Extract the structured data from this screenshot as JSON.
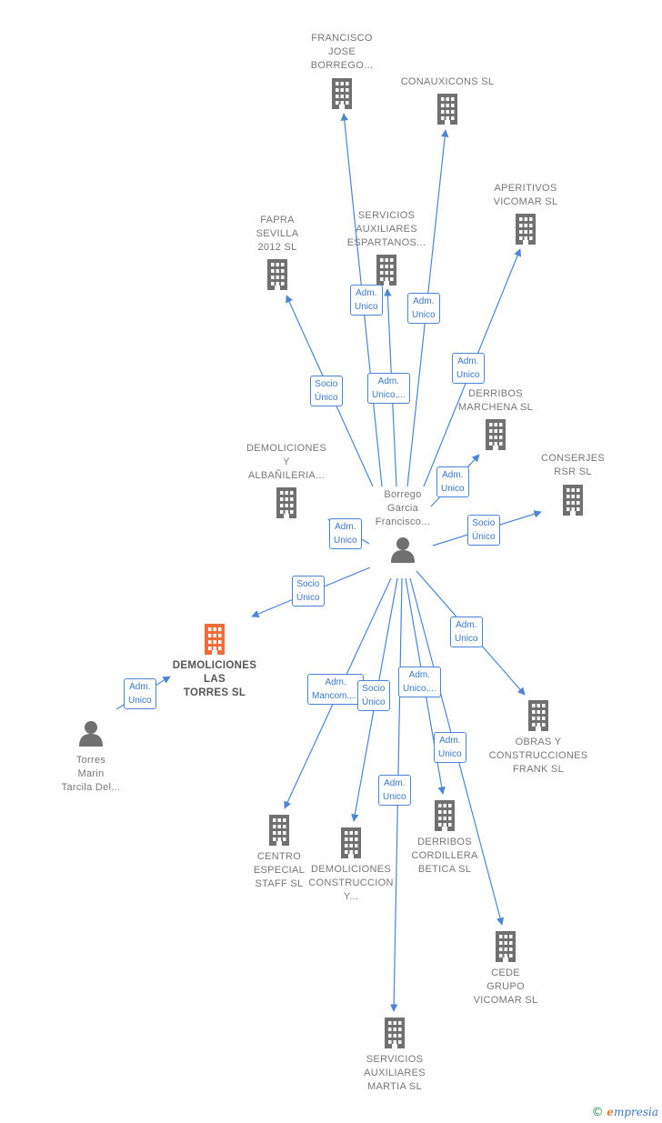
{
  "nodes": [
    {
      "id": "francisco",
      "type": "company",
      "lines": [
        "FRANCISCO",
        "JOSE",
        "BORREGO..."
      ]
    },
    {
      "id": "conauxicons",
      "type": "company",
      "lines": [
        "CONAUXICONS SL"
      ]
    },
    {
      "id": "aperitivos",
      "type": "company",
      "lines": [
        "APERITIVOS",
        "VICOMAR SL"
      ]
    },
    {
      "id": "fapra",
      "type": "company",
      "lines": [
        "FAPRA",
        "SEVILLA",
        "2012 SL"
      ]
    },
    {
      "id": "servesp",
      "type": "company",
      "lines": [
        "SERVICIOS",
        "AUXILIARES",
        "ESPARTANOS..."
      ]
    },
    {
      "id": "derrmar",
      "type": "company",
      "lines": [
        "DERRIBOS",
        "MARCHENA  SL"
      ]
    },
    {
      "id": "conserjes",
      "type": "company",
      "lines": [
        "CONSERJES",
        "RSR  SL"
      ]
    },
    {
      "id": "demalb",
      "type": "company",
      "lines": [
        "DEMOLICIONES",
        "Y",
        "ALBAÑILERIA..."
      ]
    },
    {
      "id": "borrego",
      "type": "person",
      "lines": [
        "Borrego",
        "Garcia",
        "Francisco..."
      ]
    },
    {
      "id": "demtorres",
      "type": "focus",
      "lines": [
        "DEMOLICIONES",
        "LAS",
        "TORRES  SL"
      ]
    },
    {
      "id": "torres",
      "type": "person",
      "lines": [
        "Torres",
        "Marin",
        "Tarcila Del..."
      ]
    },
    {
      "id": "obras",
      "type": "company",
      "lines": [
        "OBRAS Y",
        "CONSTRUCCIONES",
        "FRANK SL"
      ]
    },
    {
      "id": "centro",
      "type": "company",
      "lines": [
        "CENTRO",
        "ESPECIAL",
        "STAFF  SL"
      ]
    },
    {
      "id": "demcons",
      "type": "company",
      "lines": [
        "DEMOLICIONES",
        "CONSTRUCCION",
        "Y..."
      ]
    },
    {
      "id": "derrcord",
      "type": "company",
      "lines": [
        "DERRIBOS",
        "CORDILLERA",
        "BETICA  SL"
      ]
    },
    {
      "id": "cede",
      "type": "company",
      "lines": [
        "CEDE",
        "GRUPO",
        "VICOMAR SL"
      ]
    },
    {
      "id": "servmartia",
      "type": "company",
      "lines": [
        "SERVICIOS",
        "AUXILIARES",
        "MARTIA  SL"
      ]
    }
  ],
  "edges": [
    {
      "from": "borrego",
      "to": "francisco",
      "label": [
        "Adm.",
        "Unico"
      ]
    },
    {
      "from": "borrego",
      "to": "servesp",
      "label": [
        "Adm.",
        "Unico,..."
      ]
    },
    {
      "from": "borrego",
      "to": "conauxicons",
      "label": [
        "Adm.",
        "Unico"
      ]
    },
    {
      "from": "borrego",
      "to": "fapra",
      "label": [
        "Socio",
        "Único"
      ]
    },
    {
      "from": "borrego",
      "to": "aperitivos",
      "label": [
        "Adm.",
        "Unico"
      ]
    },
    {
      "from": "borrego",
      "to": "derrmar",
      "label": [
        "Adm.",
        "Unico"
      ]
    },
    {
      "from": "borrego",
      "to": "conserjes",
      "label": [
        "Socio",
        "Único"
      ]
    },
    {
      "from": "borrego",
      "to": "demalb",
      "label": [
        "Adm.",
        "Unico"
      ]
    },
    {
      "from": "borrego",
      "to": "demtorres",
      "label": [
        "Socio",
        "Único"
      ]
    },
    {
      "from": "torres",
      "to": "demtorres",
      "label": [
        "Adm.",
        "Unico"
      ]
    },
    {
      "from": "borrego",
      "to": "obras",
      "label": [
        "Adm.",
        "Unico"
      ]
    },
    {
      "from": "borrego",
      "to": "centro",
      "label": [
        "Adm.",
        "Mancom.,..."
      ]
    },
    {
      "from": "borrego",
      "to": "demcons",
      "label": [
        "Socio",
        "Único"
      ]
    },
    {
      "from": "borrego",
      "to": "derrcord",
      "label": [
        "Adm.",
        "Unico,..."
      ]
    },
    {
      "from": "borrego",
      "to": "cede",
      "label": [
        "Adm.",
        "Unico"
      ]
    },
    {
      "from": "borrego",
      "to": "servmartia",
      "label": [
        "Adm.",
        "Unico"
      ]
    }
  ],
  "colors": {
    "edge": "#4a86d4",
    "icon": "#707070",
    "focus": "#f26b3a"
  },
  "brand": {
    "copyright": "©",
    "name": "mpresia",
    "initial": "e"
  }
}
